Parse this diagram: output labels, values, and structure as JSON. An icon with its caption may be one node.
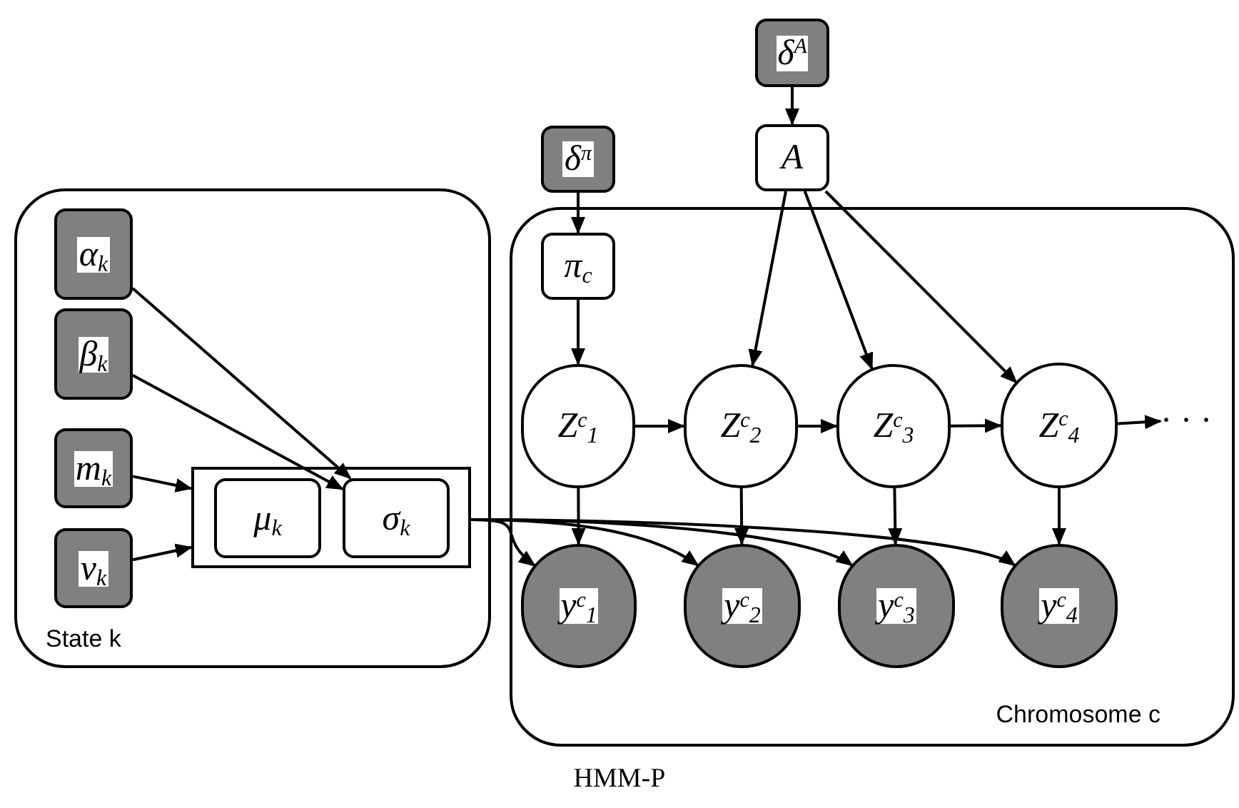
{
  "diagram": {
    "caption": "HMM-P",
    "nodes": [
      {
        "text": [
          "State k"
        ]
      },
      {
        "text": [
          "α$_{k}$"
        ],
        "in": 0
      },
      {
        "text": [
          "β$_{k}$"
        ],
        "in": 0
      },
      {
        "text": [
          "m$_{k}$"
        ],
        "in": 0
      },
      {
        "text": [
          "ν$_{k}$"
        ],
        "in": 0
      },
      {
        "text": [],
        "shape": "box",
        "in": 0
      },
      {
        "text": [
          "μ$_{k}$"
        ],
        "in": 5
      },
      {
        "text": [
          "σ$_{k}$"
        ],
        "in": 5
      },
      {
        "text": [
          "δ$^{A}$"
        ]
      },
      {
        "text": [
          "A"
        ]
      },
      {
        "text": [
          "δ$^{π}$"
        ]
      },
      {
        "text": [
          "Chromosome c"
        ]
      },
      {
        "text": [
          "π$_{c}$"
        ],
        "in": 11
      },
      {
        "text": [
          "Z$^{c}$$_{1}$"
        ],
        "in": 11
      },
      {
        "text": [
          "Z$^{c}$$_{2}$"
        ],
        "in": 11
      },
      {
        "text": [
          "Z$^{c}$$_{3}$"
        ],
        "in": 11
      },
      {
        "text": [
          "Z$^{c}$$_{4}$"
        ],
        "in": 11
      },
      {
        "text": [
          "· · ·"
        ],
        "in": 11
      },
      {
        "text": [
          "y$^{c}$$_{1}$"
        ],
        "in": 11
      },
      {
        "text": [
          "y$^{c}$$_{2}$"
        ],
        "in": 11
      },
      {
        "text": [
          "y$^{c}$$_{3}$"
        ],
        "in": 11
      },
      {
        "text": [
          "y$^{c}$$_{4}$"
        ],
        "in": 11
      }
    ],
    "edges": [
      {
        "from": 1,
        "to": 7,
        "arrow": "to"
      },
      {
        "from": 2,
        "to": 7,
        "arrow": "to"
      },
      {
        "from": 3,
        "to": 5,
        "arrow": "to"
      },
      {
        "from": 4,
        "to": 5,
        "arrow": "to"
      },
      {
        "from": 8,
        "to": 9,
        "arrow": "to"
      },
      {
        "from": 10,
        "to": 12,
        "arrow": "to"
      },
      {
        "from": 12,
        "to": 13,
        "arrow": "to"
      },
      {
        "from": 9,
        "to": 14,
        "arrow": "to"
      },
      {
        "from": 9,
        "to": 15,
        "arrow": "to"
      },
      {
        "from": 9,
        "to": 16,
        "arrow": "to"
      },
      {
        "from": 13,
        "to": 14,
        "arrow": "to"
      },
      {
        "from": 14,
        "to": 15,
        "arrow": "to"
      },
      {
        "from": 15,
        "to": 16,
        "arrow": "to"
      },
      {
        "from": 16,
        "to": 17,
        "arrow": "to"
      },
      {
        "from": 13,
        "to": 18,
        "arrow": "to"
      },
      {
        "from": 14,
        "to": 19,
        "arrow": "to"
      },
      {
        "from": 15,
        "to": 20,
        "arrow": "to"
      },
      {
        "from": 16,
        "to": 21,
        "arrow": "to"
      },
      {
        "from": 5,
        "to": 18,
        "arrow": "to"
      },
      {
        "from": 5,
        "to": 19,
        "arrow": "to"
      },
      {
        "from": 5,
        "to": 20,
        "arrow": "to"
      },
      {
        "from": 5,
        "to": 21,
        "arrow": "to"
      }
    ]
  }
}
